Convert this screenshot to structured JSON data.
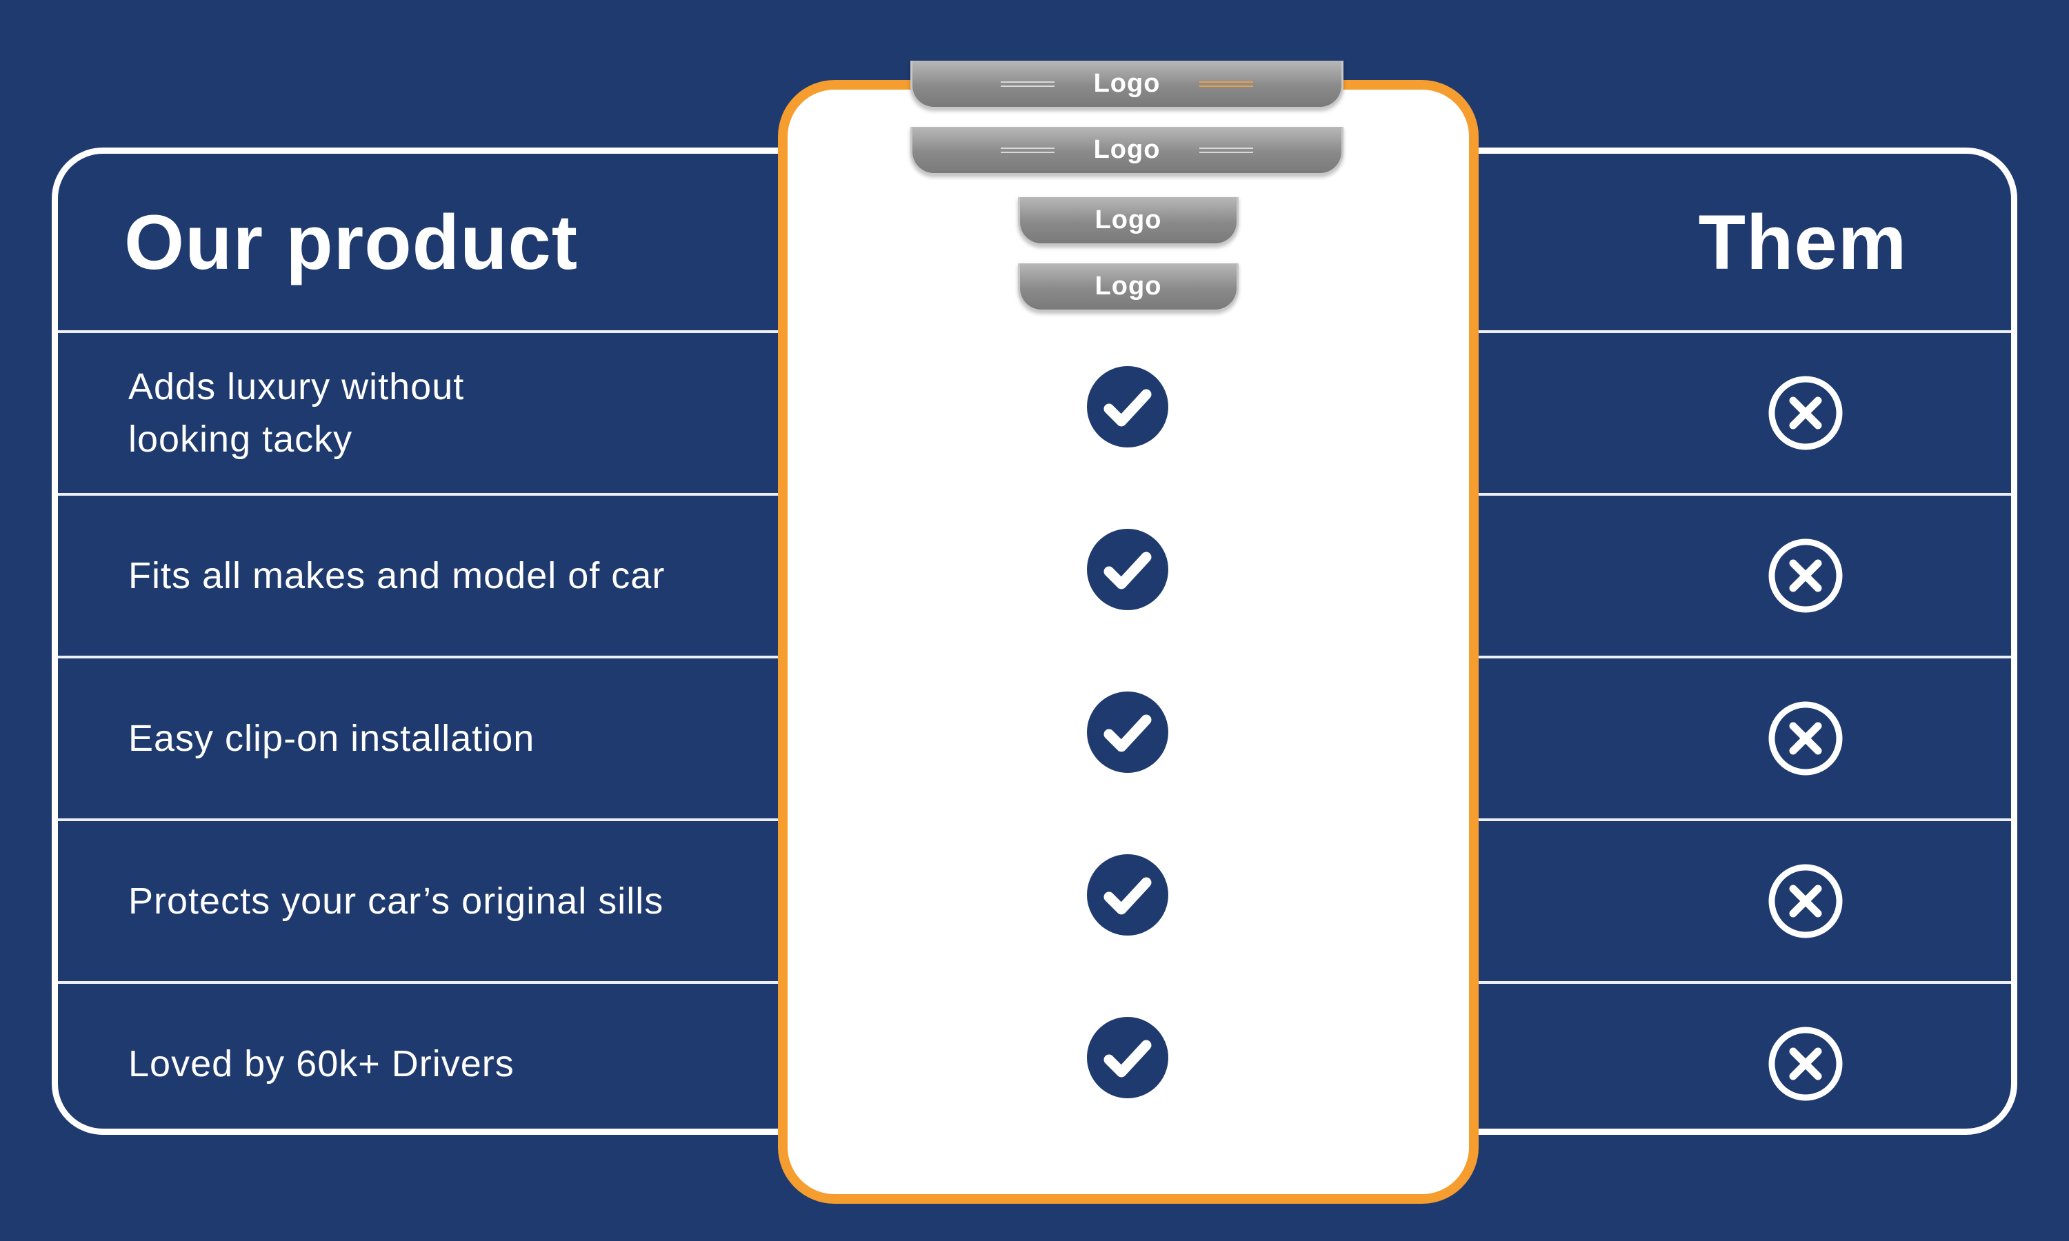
{
  "header": {
    "left_title": "Our product",
    "right_title": "Them"
  },
  "product_logos": [
    {
      "label": "Logo"
    },
    {
      "label": "Logo"
    },
    {
      "label": "Logo"
    },
    {
      "label": "Logo"
    }
  ],
  "rows": [
    {
      "feature": "Adds luxury without\nlooking tacky",
      "ours": "check",
      "them": "x"
    },
    {
      "feature": "Fits all makes and model of car",
      "ours": "check",
      "them": "x"
    },
    {
      "feature": "Easy clip-on installation",
      "ours": "check",
      "them": "x"
    },
    {
      "feature": "Protects your car’s original sills",
      "ours": "check",
      "them": "x"
    },
    {
      "feature": "Loved by 60k+ Drivers",
      "ours": "check",
      "them": "x"
    }
  ],
  "colors": {
    "background": "#1e3a6e",
    "accent": "#f59d2e",
    "card": "#ffffff",
    "text": "#ffffff"
  },
  "icons": {
    "ours": "check-circle-icon",
    "them": "x-circle-icon"
  }
}
